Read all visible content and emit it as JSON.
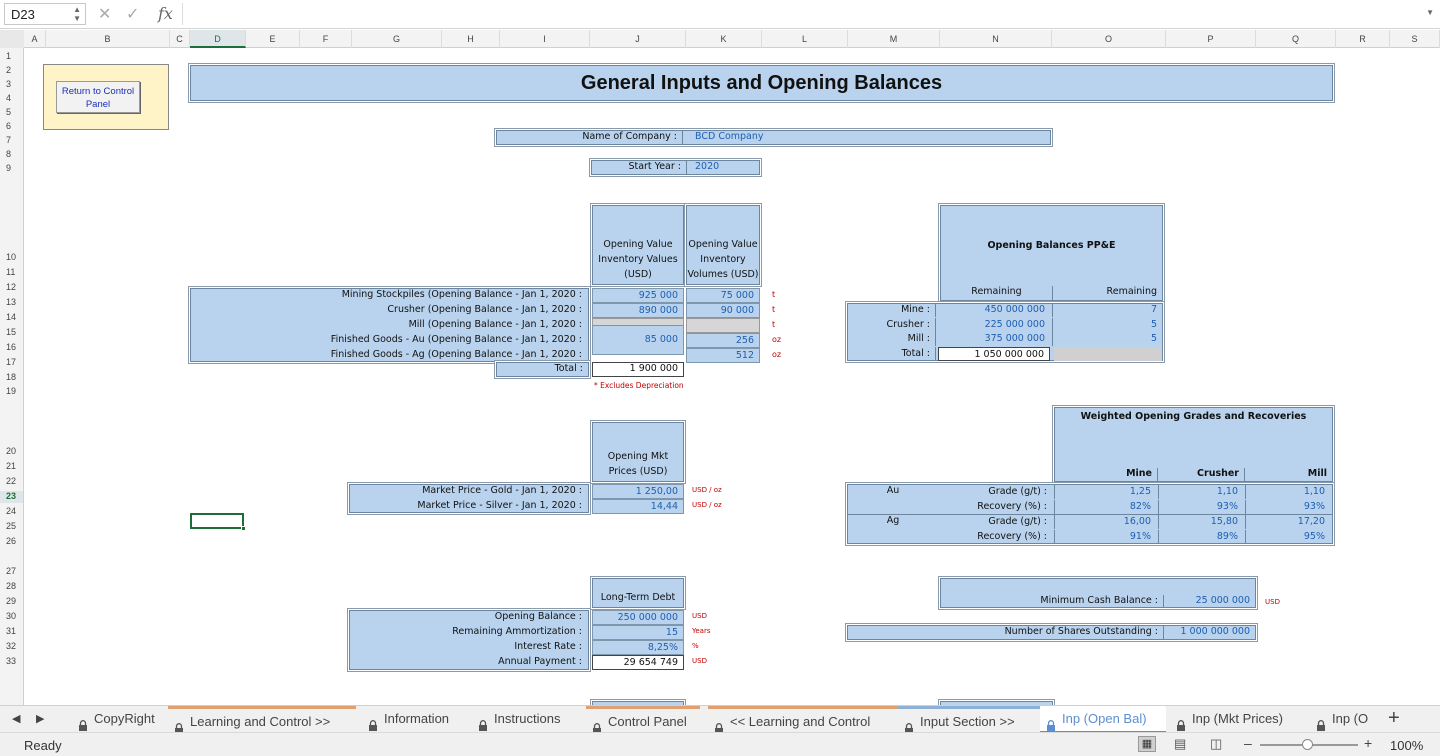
{
  "formula_bar": {
    "name_box": "D23",
    "fx": "fx",
    "formula": ""
  },
  "columns": [
    "A",
    "B",
    "C",
    "D",
    "E",
    "F",
    "G",
    "H",
    "I",
    "J",
    "K",
    "L",
    "M",
    "N",
    "O",
    "P",
    "Q",
    "R",
    "S"
  ],
  "rows": [
    "1",
    "2",
    "3",
    "4",
    "5",
    "6",
    "7",
    "8",
    "9",
    "10",
    "11",
    "12",
    "13",
    "14",
    "15",
    "16",
    "17",
    "18",
    "19",
    "20",
    "21",
    "22",
    "23",
    "24",
    "25",
    "26",
    "27",
    "28",
    "29",
    "30",
    "31",
    "32",
    "33"
  ],
  "return_button": "Return to Control Panel",
  "title": "General Inputs and Opening Balances",
  "company": {
    "label": "Name of Company :",
    "value": "BCD Company"
  },
  "start_year": {
    "label": "Start Year :",
    "value": "2020"
  },
  "inventory": {
    "col1_header": "Opening Value Inventory Values (USD)",
    "col2_header": "Opening Value Inventory Volumes (USD)",
    "rows": [
      {
        "label": "Mining Stockpiles (Opening Balance - Jan 1, 2020 :",
        "value": "925 000",
        "volume": "75 000",
        "unit": "t"
      },
      {
        "label": "Crusher (Opening Balance - Jan 1, 2020 :",
        "value": "890 000",
        "volume": "90 000",
        "unit": "t"
      },
      {
        "label": "Mill (Opening Balance - Jan 1, 2020 :",
        "value": "",
        "volume": "",
        "unit": "t"
      },
      {
        "label": "Finished Goods - Au (Opening Balance - Jan 1, 2020 :",
        "value": "",
        "volume": "256",
        "unit": "oz"
      },
      {
        "label": "Finished Goods - Ag (Opening Balance - Jan 1, 2020 :",
        "value": "",
        "volume": "512",
        "unit": "oz"
      }
    ],
    "finished_value": "85 000",
    "total_label": "Total :",
    "total_value": "1 900 000",
    "note": "* Excludes Depreciation"
  },
  "ppe": {
    "title": "Opening Balances PP&E",
    "col1": "Remaining",
    "col2": "Remaining",
    "rows": [
      {
        "label": "Mine :",
        "value": "450 000 000",
        "years": "7"
      },
      {
        "label": "Crusher :",
        "value": "225 000 000",
        "years": "5"
      },
      {
        "label": "Mill :",
        "value": "375 000 000",
        "years": "5"
      },
      {
        "label": "Total :",
        "value": "1 050 000 000",
        "years": ""
      }
    ]
  },
  "market": {
    "header": "Opening Mkt Prices (USD)",
    "rows": [
      {
        "label": "Market Price - Gold - Jan 1, 2020 :",
        "value": "1 250,00",
        "unit": "USD / oz"
      },
      {
        "label": "Market Price - Silver - Jan 1, 2020 :",
        "value": "14,44",
        "unit": "USD / oz"
      }
    ]
  },
  "grades": {
    "title": "Weighted Opening Grades and Recoveries",
    "cols": [
      "Mine",
      "Crusher",
      "Mill"
    ],
    "au_label": "Au",
    "ag_label": "Ag",
    "rows": [
      {
        "label": "Grade (g/t) :",
        "v": [
          "1,25",
          "1,10",
          "1,10"
        ]
      },
      {
        "label": "Recovery (%) :",
        "v": [
          "82%",
          "93%",
          "93%"
        ]
      },
      {
        "label": "Grade (g/t) :",
        "v": [
          "16,00",
          "15,80",
          "17,20"
        ]
      },
      {
        "label": "Recovery (%) :",
        "v": [
          "91%",
          "89%",
          "95%"
        ]
      }
    ]
  },
  "debt": {
    "header": "Long-Term Debt",
    "rows": [
      {
        "label": "Opening Balance :",
        "value": "250 000 000",
        "unit": "USD"
      },
      {
        "label": "Remaining Ammortization :",
        "value": "15",
        "unit": "Years"
      },
      {
        "label": "Interest Rate :",
        "value": "8,25%",
        "unit": "%"
      },
      {
        "label": "Annual Payment :",
        "value": "29 654 749",
        "unit": "USD"
      }
    ]
  },
  "cash": {
    "label": "Minimum Cash Balance :",
    "value": "25 000 000",
    "unit": "USD"
  },
  "shares": {
    "label": "Number of Shares Outstanding :",
    "value": "1 000 000 000"
  },
  "tabs": [
    "CopyRight",
    "Learning and Control >>",
    "Information",
    "Instructions",
    "Control Panel",
    "<< Learning and Control",
    "Input Section >>",
    "Inp (Open Bal)",
    "Inp (Mkt Prices)",
    "Inp (O"
  ],
  "status": {
    "ready": "Ready",
    "zoom": "100%"
  }
}
